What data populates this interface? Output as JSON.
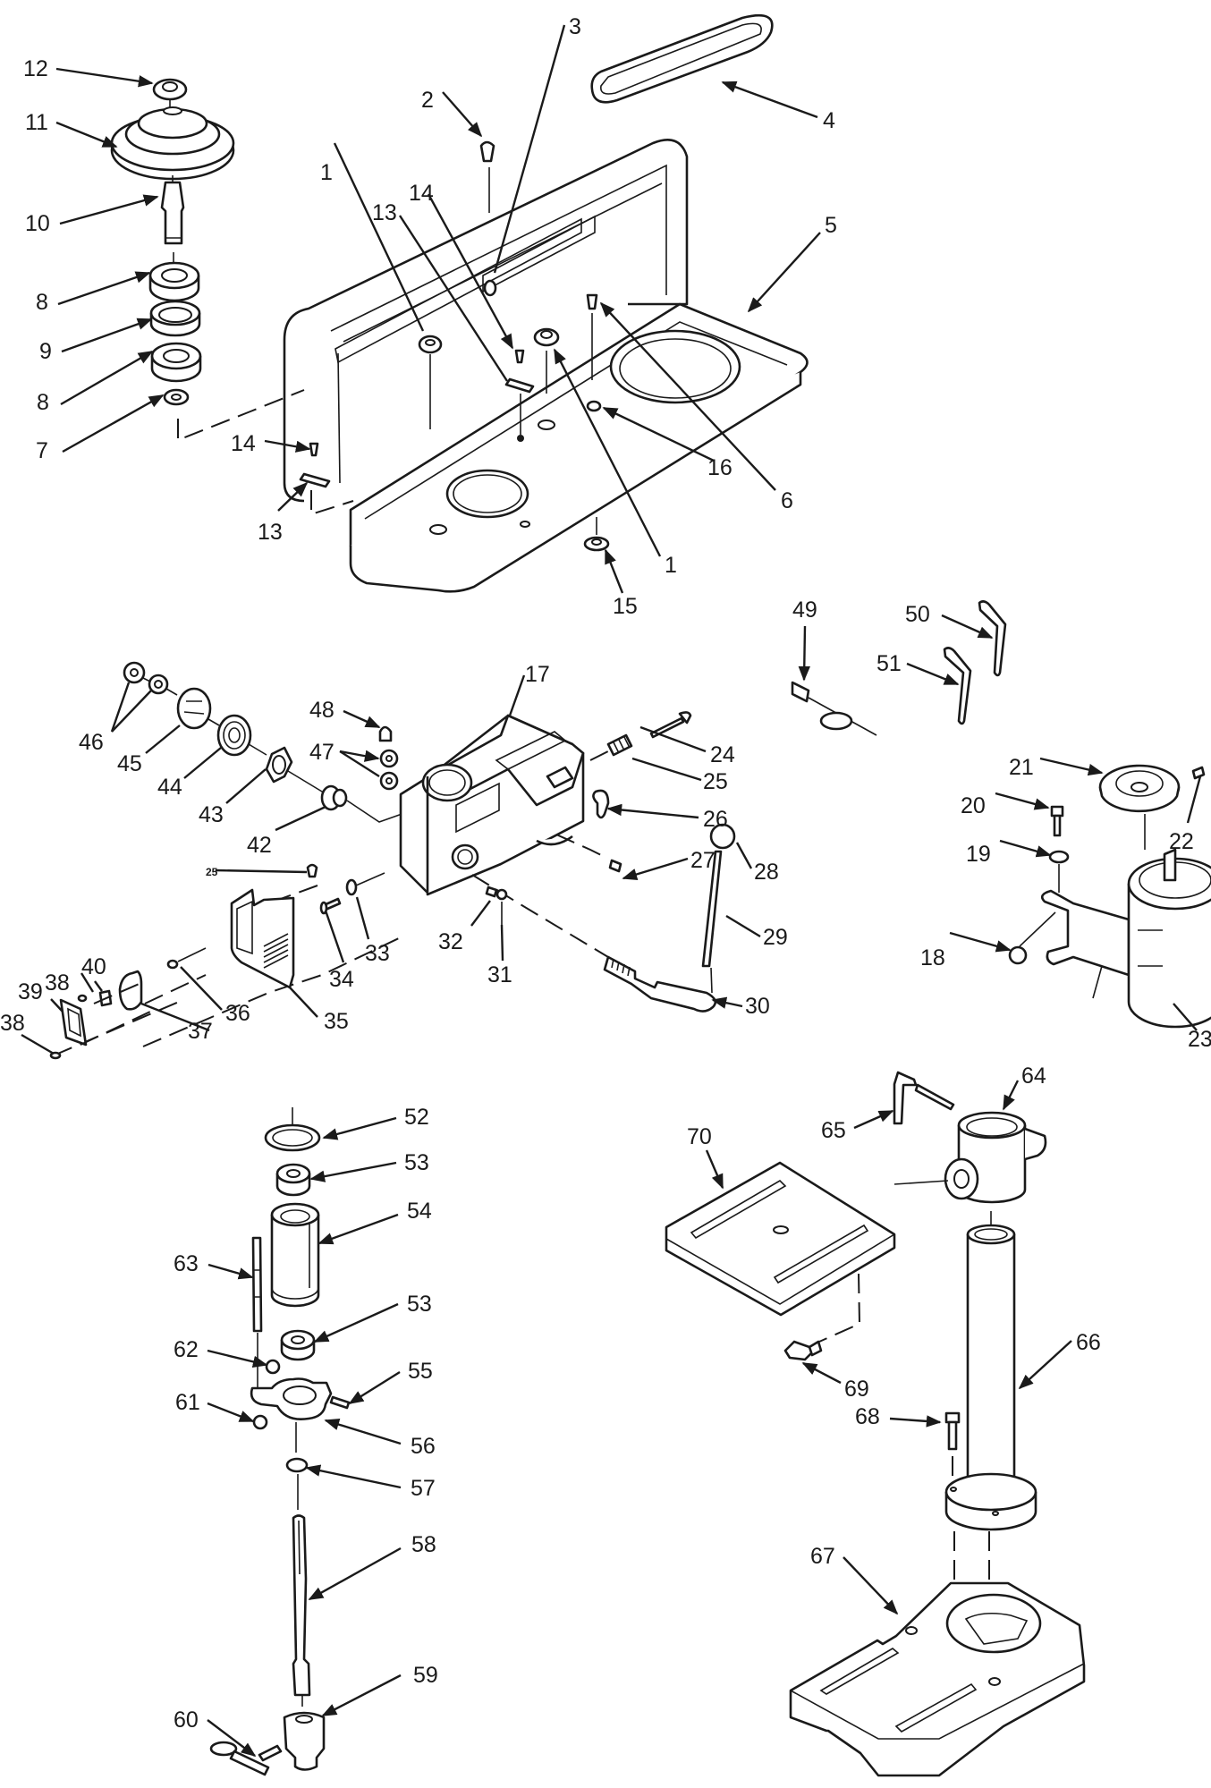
{
  "diagram": {
    "type": "exploded parts diagram",
    "subject": "bench drill press",
    "colors": {
      "line": "#1a1a1a",
      "background": "#ffffff"
    },
    "callouts": [
      {
        "id": "c12",
        "number": "12"
      },
      {
        "id": "c11",
        "number": "11"
      },
      {
        "id": "c10",
        "number": "10"
      },
      {
        "id": "c8a",
        "number": "8"
      },
      {
        "id": "c9",
        "number": "9"
      },
      {
        "id": "c8b",
        "number": "8"
      },
      {
        "id": "c7",
        "number": "7"
      },
      {
        "id": "c14a",
        "number": "14"
      },
      {
        "id": "c13a",
        "number": "13"
      },
      {
        "id": "c1a",
        "number": "1"
      },
      {
        "id": "c13b",
        "number": "13"
      },
      {
        "id": "c14b",
        "number": "14"
      },
      {
        "id": "c2",
        "number": "2"
      },
      {
        "id": "c3",
        "number": "3"
      },
      {
        "id": "c4",
        "number": "4"
      },
      {
        "id": "c5",
        "number": "5"
      },
      {
        "id": "c6",
        "number": "6"
      },
      {
        "id": "c16",
        "number": "16"
      },
      {
        "id": "c1b",
        "number": "1"
      },
      {
        "id": "c15",
        "number": "15"
      },
      {
        "id": "c46",
        "number": "46"
      },
      {
        "id": "c45",
        "number": "45"
      },
      {
        "id": "c44",
        "number": "44"
      },
      {
        "id": "c43",
        "number": "43"
      },
      {
        "id": "c42",
        "number": "42"
      },
      {
        "id": "c48",
        "number": "48"
      },
      {
        "id": "c47",
        "number": "47"
      },
      {
        "id": "c17",
        "number": "17"
      },
      {
        "id": "c24",
        "number": "24"
      },
      {
        "id": "c25",
        "number": "25"
      },
      {
        "id": "c26",
        "number": "26"
      },
      {
        "id": "c27",
        "number": "27"
      },
      {
        "id": "c28",
        "number": "28"
      },
      {
        "id": "c29",
        "number": "29"
      },
      {
        "id": "c30",
        "number": "30"
      },
      {
        "id": "c31",
        "number": "31"
      },
      {
        "id": "c32",
        "number": "32"
      },
      {
        "id": "c33",
        "number": "33"
      },
      {
        "id": "c34",
        "number": "34"
      },
      {
        "id": "c25s",
        "number": "25"
      },
      {
        "id": "c35",
        "number": "35"
      },
      {
        "id": "c36",
        "number": "36"
      },
      {
        "id": "c37",
        "number": "37"
      },
      {
        "id": "c38a",
        "number": "38"
      },
      {
        "id": "c38b",
        "number": "38"
      },
      {
        "id": "c39",
        "number": "39"
      },
      {
        "id": "c40",
        "number": "40"
      },
      {
        "id": "c49",
        "number": "49"
      },
      {
        "id": "c50",
        "number": "50"
      },
      {
        "id": "c51",
        "number": "51"
      },
      {
        "id": "c21",
        "number": "21"
      },
      {
        "id": "c22",
        "number": "22"
      },
      {
        "id": "c20",
        "number": "20"
      },
      {
        "id": "c19",
        "number": "19"
      },
      {
        "id": "c18",
        "number": "18"
      },
      {
        "id": "c23",
        "number": "23"
      },
      {
        "id": "c52",
        "number": "52"
      },
      {
        "id": "c53a",
        "number": "53"
      },
      {
        "id": "c54",
        "number": "54"
      },
      {
        "id": "c63",
        "number": "63"
      },
      {
        "id": "c53b",
        "number": "53"
      },
      {
        "id": "c62",
        "number": "62"
      },
      {
        "id": "c55",
        "number": "55"
      },
      {
        "id": "c61",
        "number": "61"
      },
      {
        "id": "c56",
        "number": "56"
      },
      {
        "id": "c57",
        "number": "57"
      },
      {
        "id": "c58",
        "number": "58"
      },
      {
        "id": "c59",
        "number": "59"
      },
      {
        "id": "c60",
        "number": "60"
      },
      {
        "id": "c64",
        "number": "64"
      },
      {
        "id": "c65",
        "number": "65"
      },
      {
        "id": "c70",
        "number": "70"
      },
      {
        "id": "c66",
        "number": "66"
      },
      {
        "id": "c69",
        "number": "69"
      },
      {
        "id": "c68",
        "number": "68"
      },
      {
        "id": "c67",
        "number": "67"
      }
    ]
  }
}
